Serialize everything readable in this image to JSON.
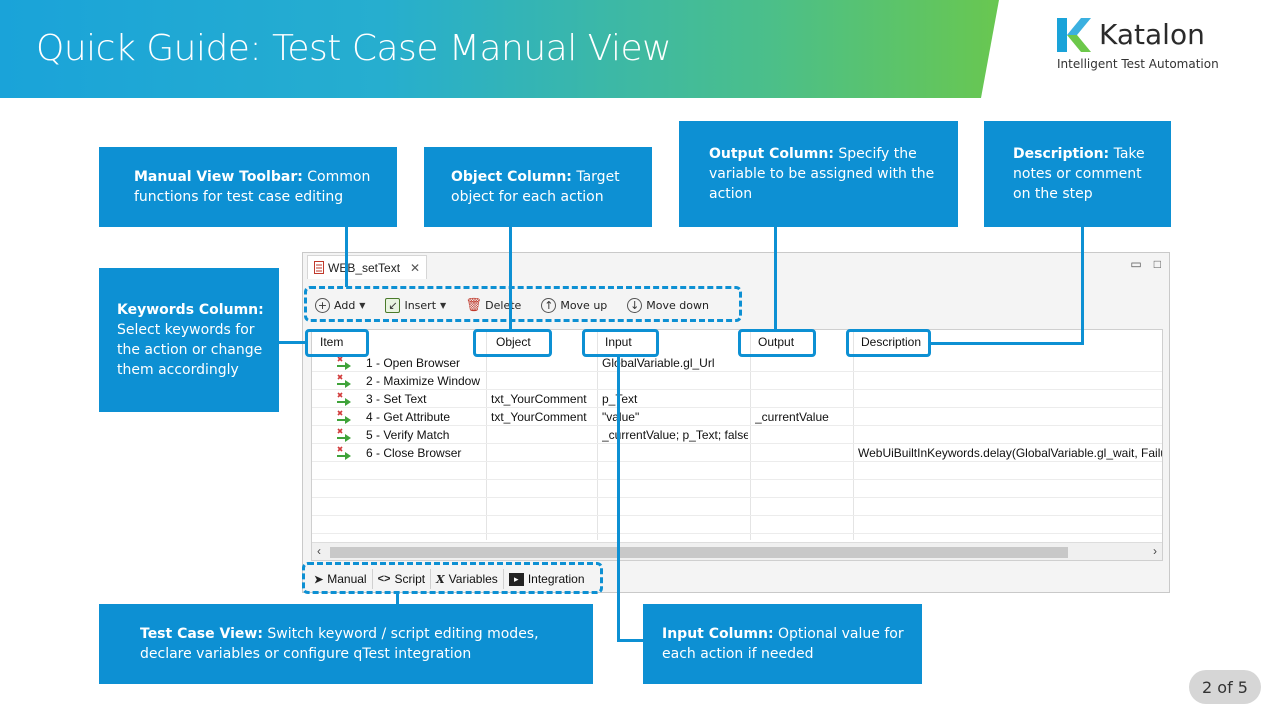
{
  "slide": {
    "title": "Quick Guide: Test Case Manual View",
    "page_indicator": "2 of 5"
  },
  "brand": {
    "name": "Katalon",
    "tagline": "Intelligent Test Automation",
    "colors": {
      "callout": "#0d90d3",
      "gradient_start": "#1aa3d9",
      "gradient_end": "#7ccf3b"
    }
  },
  "callouts": {
    "toolbar": {
      "title": "Manual View Toolbar:",
      "text": " Common functions for test case editing"
    },
    "object": {
      "title": "Object Column:",
      "text": " Target object for each action"
    },
    "output": {
      "title": "Output Column:",
      "text": " Specify the variable to be assigned with the action"
    },
    "description": {
      "title": "Description:",
      "text": " Take notes or comment on the step"
    },
    "keywords": {
      "title": "Keywords Column:",
      "text": " Select keywords for the action or change them accordingly"
    },
    "test_case_view": {
      "title": "Test Case View:",
      "text": " Switch keyword / script editing modes, declare variables or configure qTest integration"
    },
    "input": {
      "title": "Input Column:",
      "text": " Optional value for each action if needed"
    }
  },
  "editor": {
    "tab_title": "WEB_setText",
    "toolbar": {
      "add": "Add",
      "insert": "Insert",
      "delete": "Delete",
      "move_up": "Move up",
      "move_down": "Move down"
    },
    "columns": [
      "Item",
      "Object",
      "Input",
      "Output",
      "Description"
    ],
    "rows": [
      {
        "item": "1 - Open Browser",
        "object": "",
        "input": "GlobalVariable.gl_Url",
        "output": "",
        "description": "",
        "icon": "arrow-icon"
      },
      {
        "item": "2 - Maximize Window",
        "object": "",
        "input": "",
        "output": "",
        "description": "",
        "icon": "arrow-icon"
      },
      {
        "item": "3 - Set Text",
        "object": "txt_YourComment",
        "input": "p_Text",
        "output": "",
        "description": "",
        "icon": "arrow-icon"
      },
      {
        "item": "4 - Get Attribute",
        "object": "txt_YourComment",
        "input": "\"value\"",
        "output": "_currentValue",
        "description": "",
        "icon": "arrow-icon"
      },
      {
        "item": "5 - Verify Match",
        "object": "",
        "input": "_currentValue; p_Text; false",
        "output": "",
        "description": "",
        "icon": "arrow-icon"
      },
      {
        "item": "6 - Close Browser",
        "object": "",
        "input": "",
        "output": "",
        "description": "WebUiBuiltInKeywords.delay(GlobalVariable.gl_wait, Failur",
        "icon": "arrow-icon"
      }
    ],
    "bottom_tabs": {
      "manual": "Manual",
      "script": "Script",
      "variables": "Variables",
      "integration": "Integration"
    }
  }
}
